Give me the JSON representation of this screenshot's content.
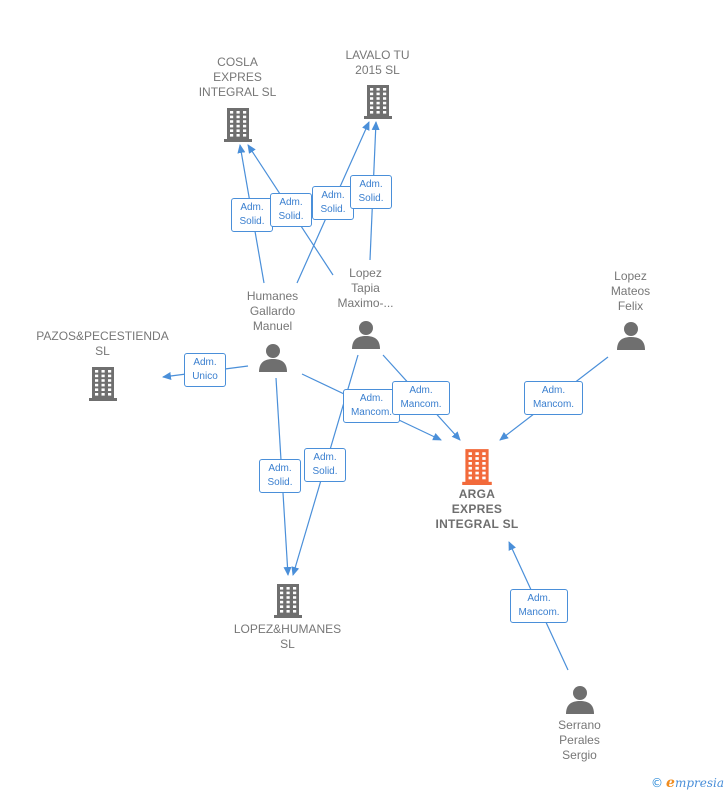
{
  "colors": {
    "edge": "#4a8fd9",
    "node_gray": "#6f6f6f",
    "node_main": "#f26a3b",
    "badge_text": "#3a7fcf"
  },
  "nodes": {
    "cosla": {
      "label": "COSLA\nEXPRES\nINTEGRAL SL",
      "type": "company"
    },
    "lavalo": {
      "label": "LAVALO TU\n2015  SL",
      "type": "company"
    },
    "pazos": {
      "label": "PAZOS&PECESTIENDA\nSL",
      "type": "company"
    },
    "humanes_gallardo": {
      "label": "Humanes\nGallardo\nManuel",
      "type": "person"
    },
    "lopez_tapia": {
      "label": "Lopez\nTapia\nMaximo-...",
      "type": "person"
    },
    "lopez_mateos": {
      "label": "Lopez\nMateos\nFelix",
      "type": "person"
    },
    "arga": {
      "label": "ARGA\nEXPRES\nINTEGRAL  SL",
      "type": "company-main"
    },
    "lopezhumanes": {
      "label": "LOPEZ&HUMANES\nSL",
      "type": "company"
    },
    "serrano": {
      "label": "Serrano\nPerales\nSergio",
      "type": "person"
    }
  },
  "badges": {
    "b1": "Adm.\nSolid.",
    "b2": "Adm.\nSolid.",
    "b3": "Adm.\nSolid.",
    "b4": "Adm.\nSolid.",
    "b5": "Adm.\nUnico",
    "b6": "Adm.\nMancom.",
    "b7": "Adm.\nMancom.",
    "b8": "Adm.\nMancom.",
    "b9": "Adm.\nSolid.",
    "b10": "Adm.\nSolid.",
    "b11": "Adm.\nMancom."
  },
  "footer": {
    "copyright": "©",
    "brand_initial": "e",
    "brand_rest": "mpresia"
  }
}
